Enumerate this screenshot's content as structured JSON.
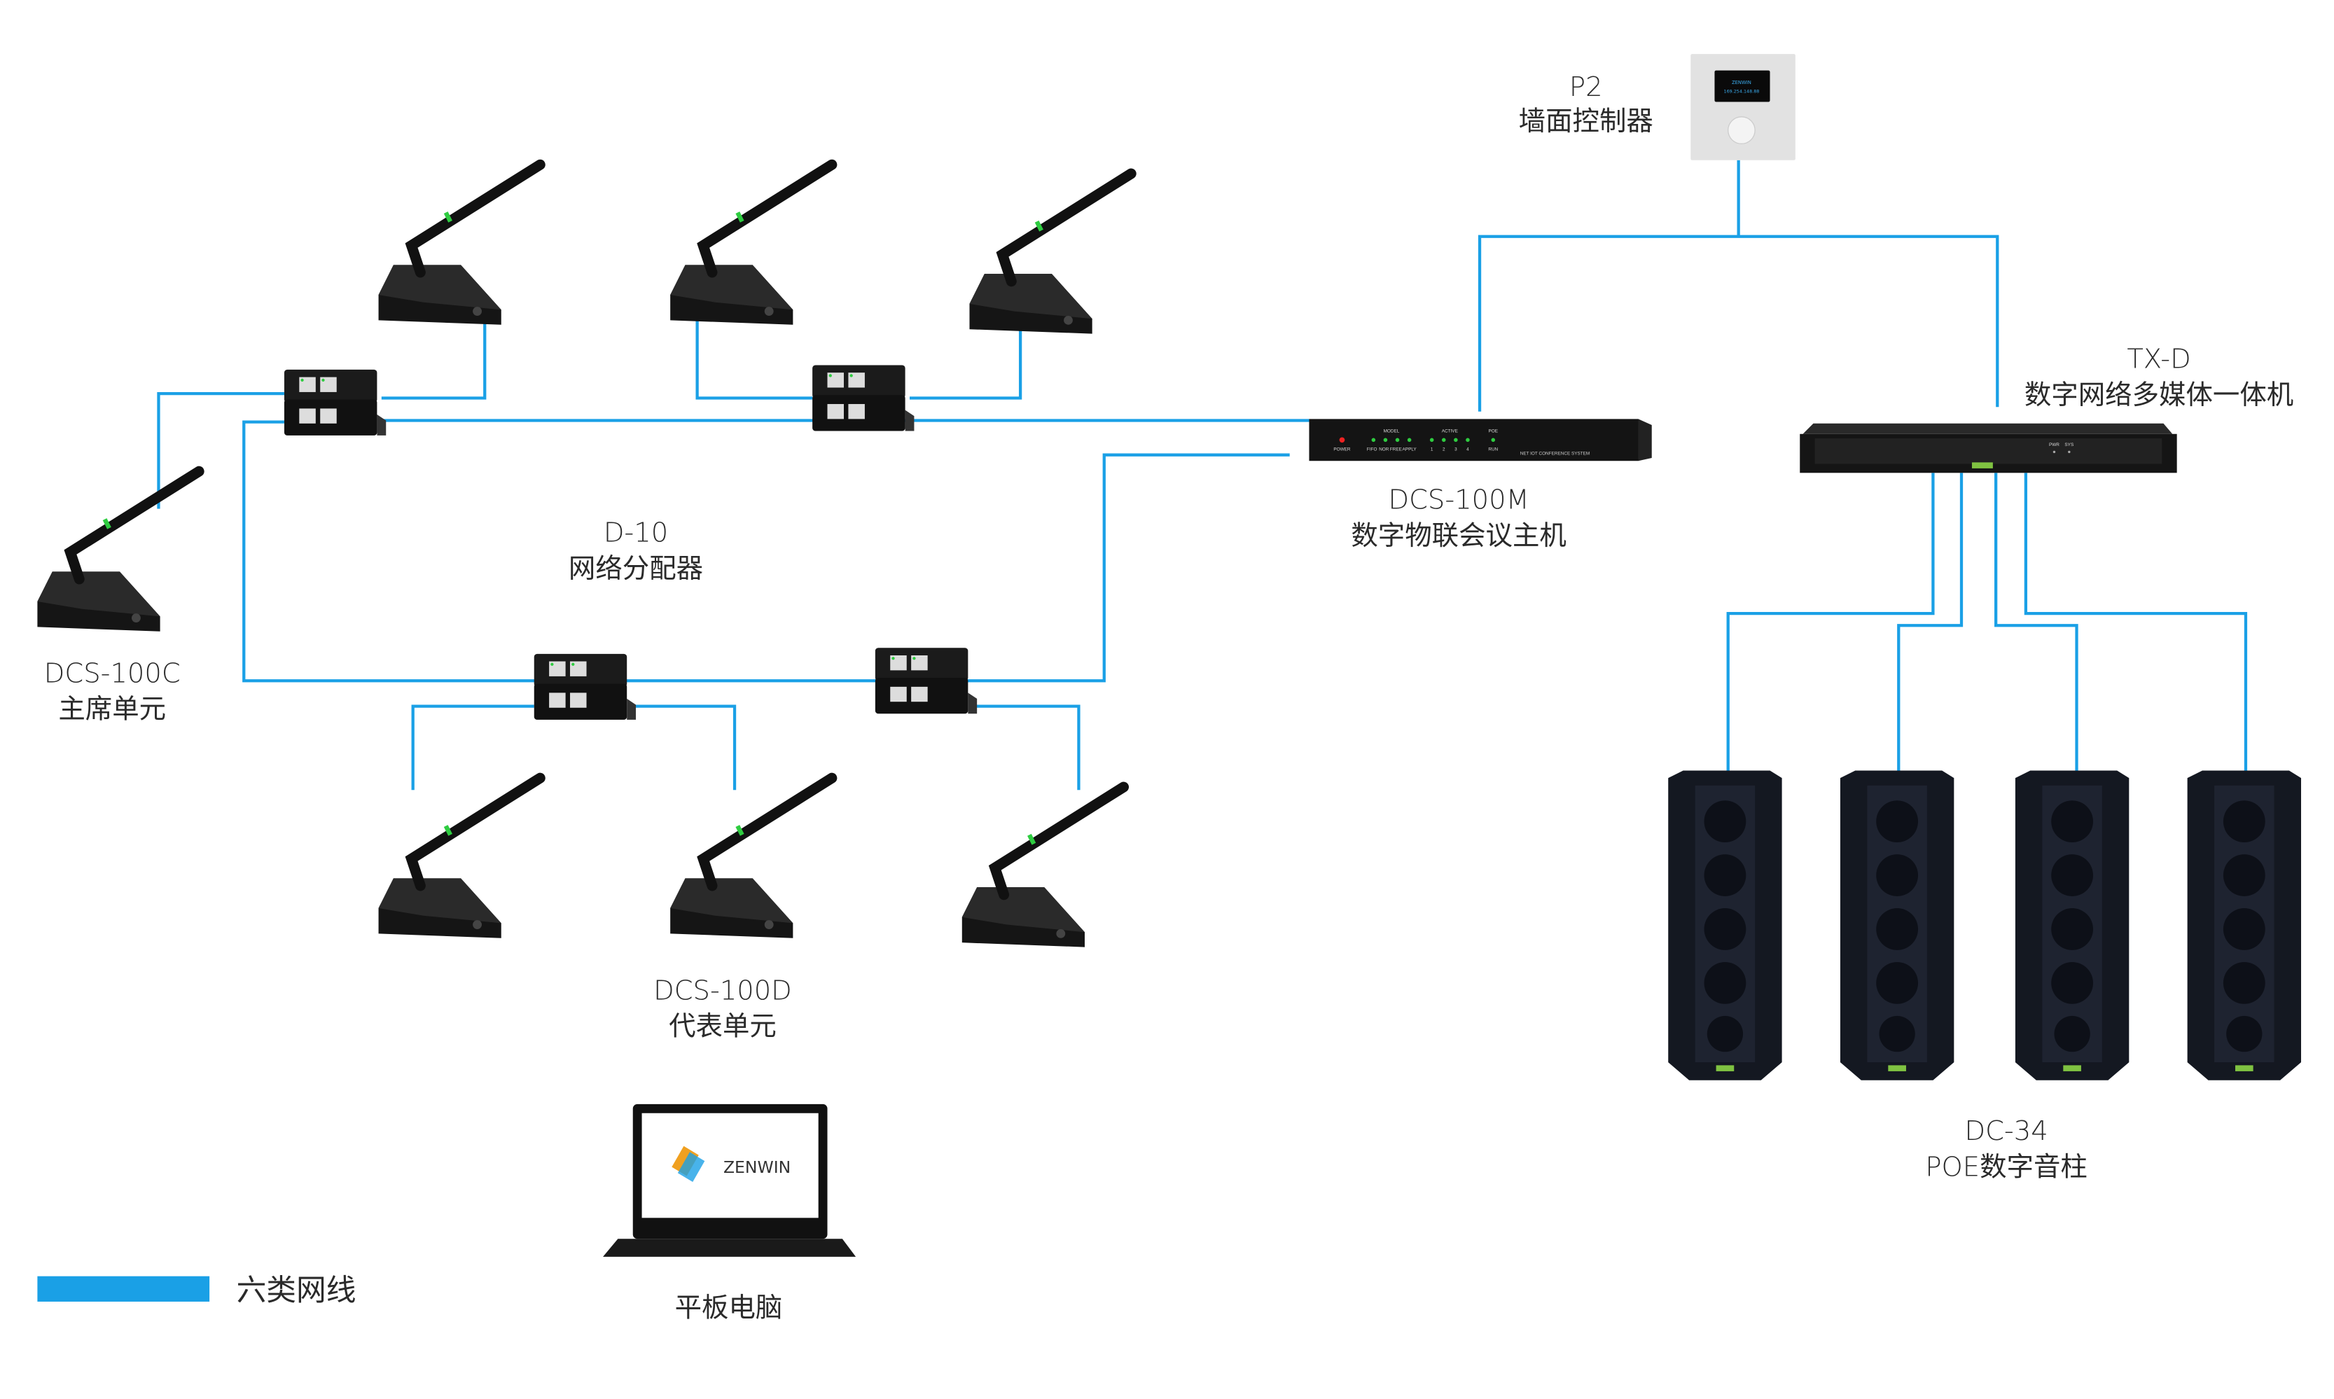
{
  "colors": {
    "cable": "#1aa0e6",
    "device": "#1b1b1b",
    "accent_green": "#2ecc40"
  },
  "legend": {
    "label": "六类网线",
    "icon": "cable-legend-swatch"
  },
  "devices": {
    "wall_controller": {
      "model": "P2",
      "name": "墙面控制器",
      "screen_brand": "ZENWIN",
      "screen_ip": "169.254.148.88"
    },
    "multimedia_unit": {
      "model": "TX-D",
      "name": "数字网络多媒体一体机",
      "led_labels": [
        "PWR",
        "SYS"
      ]
    },
    "host": {
      "model": "DCS-100M",
      "name": "数字物联会议主机",
      "panel_caption": "NET IOT CONFERENCE SYSTEM",
      "led_labels": [
        "POWER",
        "FIFO",
        "NOR",
        "FREE",
        "APPLY",
        "1",
        "2",
        "3",
        "4",
        "RUN"
      ],
      "group_labels": [
        "MODEL",
        "ACTIVE",
        "POE"
      ]
    },
    "splitter": {
      "model": "D-10",
      "name": "网络分配器"
    },
    "chair_unit": {
      "model": "DCS-100C",
      "name": "主席单元"
    },
    "delegate_unit": {
      "model": "DCS-100D",
      "name": "代表单元"
    },
    "speaker": {
      "model": "DC-34",
      "name": "POE数字音柱"
    },
    "tablet": {
      "name": "平板电脑",
      "screen_brand": "ZENWIN"
    }
  }
}
